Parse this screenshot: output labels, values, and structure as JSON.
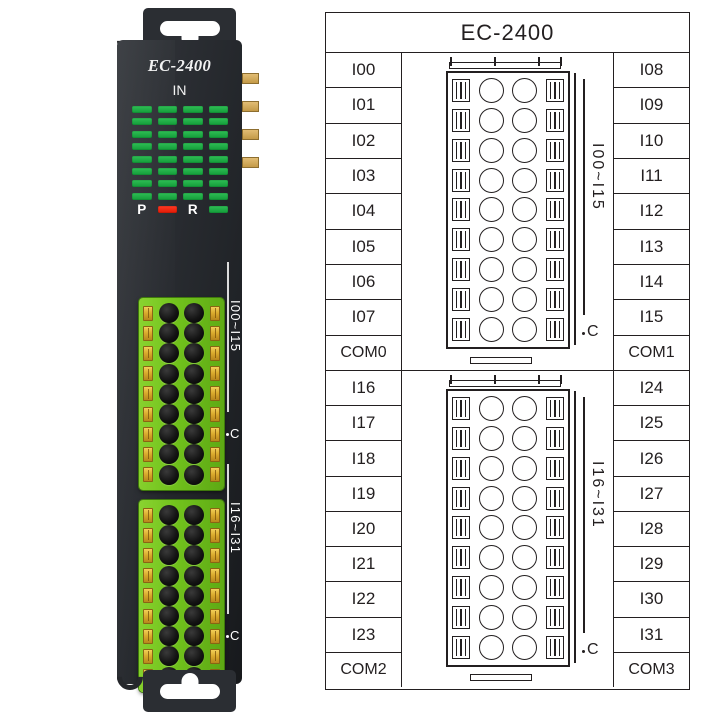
{
  "module": {
    "model": "EC-2400",
    "direction_label": "IN",
    "status_labels": {
      "power": "P",
      "run": "R"
    },
    "led_matrix": {
      "rows": 8,
      "columns": 4
    },
    "status_row": {
      "power_letter": "P",
      "power_led_color": "#ff2f18",
      "run_letter": "R",
      "run_led_color": "#18a83f"
    },
    "led_color": "#18a83f",
    "body_color": "#24272b",
    "connector_color": "#72c31d",
    "screw_color": "#d9a92c",
    "pin_count": 4,
    "connectors": [
      {
        "range_label": "I00~I15",
        "common_label": "C",
        "rows": 9,
        "columns": 2
      },
      {
        "range_label": "I16~I31",
        "common_label": "C",
        "rows": 9,
        "columns": 2
      }
    ]
  },
  "table": {
    "title": "EC-2400",
    "border_color": "#231f20",
    "halves": [
      {
        "left_pins": [
          "I00",
          "I01",
          "I02",
          "I03",
          "I04",
          "I05",
          "I06",
          "I07",
          "COM0"
        ],
        "right_pins": [
          "I08",
          "I09",
          "I10",
          "I11",
          "I12",
          "I13",
          "I14",
          "I15",
          "COM1"
        ],
        "schematic": {
          "range_label": "I00~I15",
          "common_label": "C",
          "rows": 9,
          "columns": 2
        }
      },
      {
        "left_pins": [
          "I16",
          "I17",
          "I18",
          "I19",
          "I20",
          "I21",
          "I22",
          "I23",
          "COM2"
        ],
        "right_pins": [
          "I24",
          "I25",
          "I26",
          "I27",
          "I28",
          "I29",
          "I30",
          "I31",
          "COM3"
        ],
        "schematic": {
          "range_label": "I16~I31",
          "common_label": "C",
          "rows": 9,
          "columns": 2
        }
      }
    ]
  }
}
